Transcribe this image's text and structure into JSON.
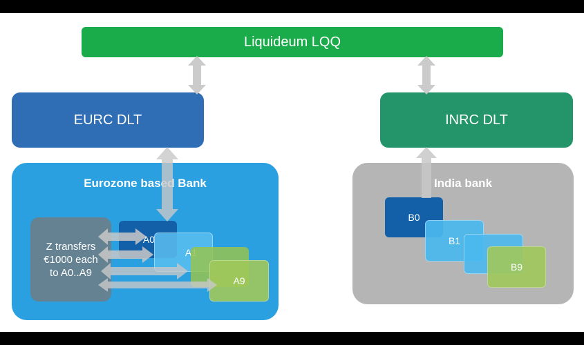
{
  "colors": {
    "green_bar": "#1aab4a",
    "eurc_blue": "#2f6db5",
    "inrc_green": "#24956a",
    "eurozone_blue": "#2aa0e0",
    "india_gray": "#b5b5b5",
    "account_dark_blue": "#1460a8",
    "account_light_blue": "#4ab8ee",
    "account_green": "#9ec25a",
    "arrow_gray": "#c8c8c8",
    "z_box_gray": "#7a8a8e"
  },
  "top_bar": {
    "label": "Liquideum LQQ"
  },
  "eurc": {
    "label": "EURC DLT"
  },
  "inrc": {
    "label": "INRC DLT"
  },
  "eurozone_bank": {
    "title": "Eurozone based Bank",
    "z_box_lines": [
      "Z transfers",
      "€1000 each",
      "to A0..A9"
    ],
    "accounts": [
      "A0",
      "A1",
      "A9"
    ]
  },
  "india_bank": {
    "title": "India bank",
    "accounts": [
      "B0",
      "B1",
      "B9"
    ]
  }
}
